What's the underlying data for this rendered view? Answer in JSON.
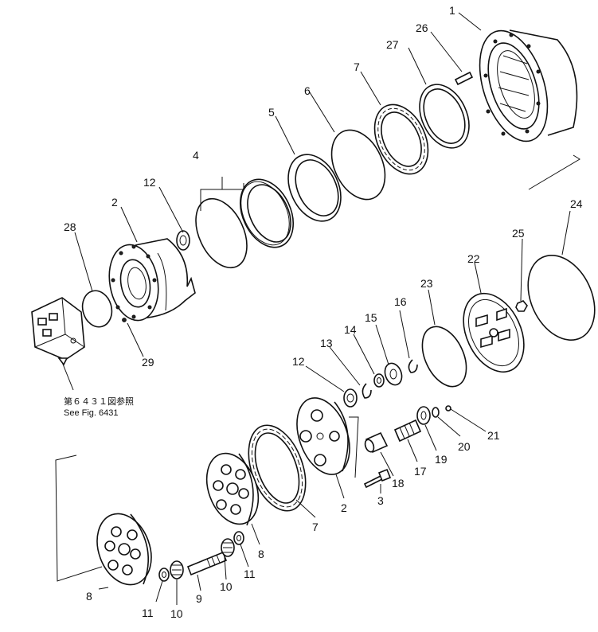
{
  "callouts": [
    {
      "id": "c1",
      "text": "1"
    },
    {
      "id": "c26",
      "text": "26"
    },
    {
      "id": "c27",
      "text": "27"
    },
    {
      "id": "c7a",
      "text": "7"
    },
    {
      "id": "c6",
      "text": "6"
    },
    {
      "id": "c5",
      "text": "5"
    },
    {
      "id": "c4",
      "text": "4"
    },
    {
      "id": "c12a",
      "text": "12"
    },
    {
      "id": "c2a",
      "text": "2"
    },
    {
      "id": "c28",
      "text": "28"
    },
    {
      "id": "c29",
      "text": "29"
    },
    {
      "id": "c24",
      "text": "24"
    },
    {
      "id": "c25",
      "text": "25"
    },
    {
      "id": "c22",
      "text": "22"
    },
    {
      "id": "c23",
      "text": "23"
    },
    {
      "id": "c16",
      "text": "16"
    },
    {
      "id": "c15",
      "text": "15"
    },
    {
      "id": "c14",
      "text": "14"
    },
    {
      "id": "c13",
      "text": "13"
    },
    {
      "id": "c12b",
      "text": "12"
    },
    {
      "id": "c21",
      "text": "21"
    },
    {
      "id": "c20",
      "text": "20"
    },
    {
      "id": "c19",
      "text": "19"
    },
    {
      "id": "c17",
      "text": "17"
    },
    {
      "id": "c18",
      "text": "18"
    },
    {
      "id": "c3",
      "text": "3"
    },
    {
      "id": "c2b",
      "text": "2"
    },
    {
      "id": "c7b",
      "text": "7"
    },
    {
      "id": "c8a",
      "text": "8"
    },
    {
      "id": "c11a",
      "text": "11"
    },
    {
      "id": "c10a",
      "text": "10"
    },
    {
      "id": "c9",
      "text": "9"
    },
    {
      "id": "c10b",
      "text": "10"
    },
    {
      "id": "c11b",
      "text": "11"
    },
    {
      "id": "c8b",
      "text": "8"
    }
  ],
  "reference_note": {
    "line1": "第６４３１図参照",
    "line2": "See Fig. 6431"
  }
}
